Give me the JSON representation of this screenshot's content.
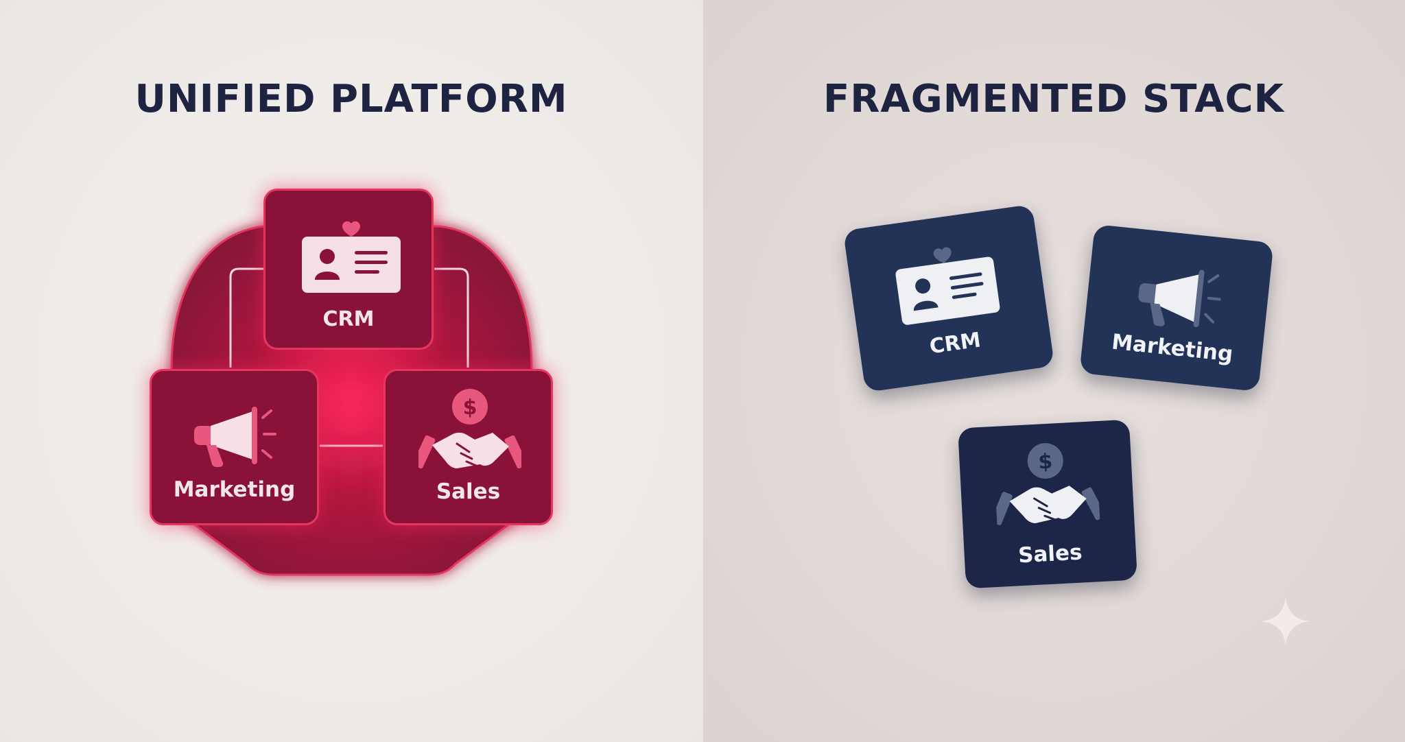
{
  "unified": {
    "title": "UNIFIED PLATFORM",
    "cards": {
      "crm": "CRM",
      "marketing": "Marketing",
      "sales": "Sales"
    }
  },
  "fragmented": {
    "title": "FRAGMENTED STACK",
    "cards": {
      "crm": "CRM",
      "marketing": "Marketing",
      "sales": "Sales"
    }
  },
  "icons": {
    "crm": "contact-card-heart-icon",
    "marketing": "megaphone-icon",
    "sales": "handshake-dollar-icon",
    "decor": "sparkle-icon"
  },
  "colors": {
    "unified_card": "#8a1239",
    "unified_glow": "#ff2a5c",
    "fragmented_card": "#233257",
    "title": "#1d2340"
  }
}
